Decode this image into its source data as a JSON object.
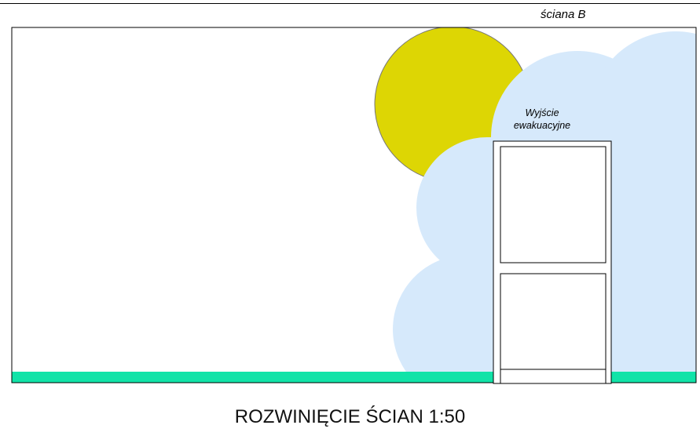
{
  "wall_label": "ściana B",
  "exit_label": {
    "line1": "Wyjście",
    "line2": "ewakuacyjne"
  },
  "title": "ROZWINIĘCIE ŚCIAN 1:50",
  "colors": {
    "sun": "#DDD604",
    "cloud": "#D6E9FB",
    "floor_strip": "#11E3A8",
    "outline": "#000000"
  }
}
